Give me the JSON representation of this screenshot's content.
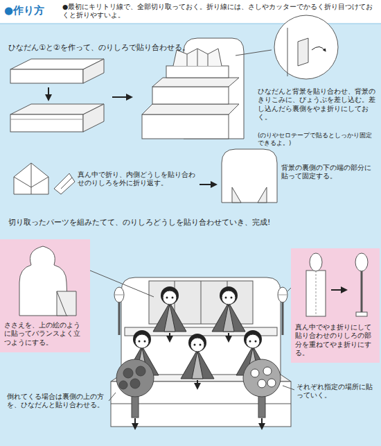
{
  "diagram": {
    "title": "●作り方",
    "nodes": [
      {
        "text": [
          "ささえを、上の絵のように貼ってバランスよく立つようにする。"
        ]
      },
      {
        "text": [
          "真ん中でやま折りにして貼り合わせのりしろの部分を重ねてやま折りにする。"
        ]
      }
    ],
    "labels": [
      "●最初にキリトリ線で、全部切り取っておく。折り線には、さしやカッターでかるく折り目つけておくと折りやすいよ。",
      "ひなだん①と②を作って、のりしろで貼り合わせる。",
      "ひなだんと背景を貼り合わせ、背景のきりこみに、びょうぶを差し込む。差し込んだら裏側をやま折りにしておく。",
      "(のりやセロテープで貼るとしっかり固定できるよ。)",
      "真ん中で折り、内側どうしを貼り合わせのりしろを外に折り返す。",
      "背景の裏側の下の端の部分に貼って固定する。",
      "切り取ったパーツを組みたてて、のりしろどうしを貼り合わせていき、完成!",
      "倒れてくる場合は裏側の上の方を、ひなだんと貼り合わせる。",
      "それぞれ指定の場所に貼っていく。"
    ]
  }
}
